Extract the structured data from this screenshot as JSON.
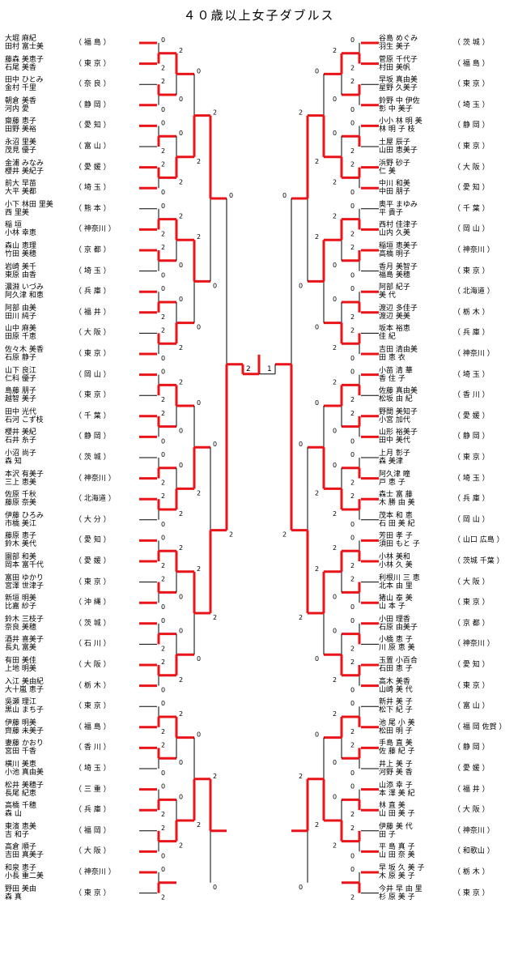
{
  "title": "４０歳以上女子ダブルス",
  "left": [
    {
      "names": [
        "大堀 麻紀",
        "田村 富士美"
      ],
      "pref": "（ 福 島 ）"
    },
    {
      "names": [
        "藤森 美恵子",
        "石尾 美香"
      ],
      "pref": "（ 東 京 ）"
    },
    {
      "names": [
        "田中 ひとみ",
        "金村 千里"
      ],
      "pref": "（ 奈 良 ）"
    },
    {
      "names": [
        "朝倉 美香",
        "河内 愛"
      ],
      "pref": "（ 静 岡 ）"
    },
    {
      "names": [
        "齋藤 恵子",
        "田野 美裕"
      ],
      "pref": "（ 愛 知 ）"
    },
    {
      "names": [
        "永沼 里美",
        "茂見 優子"
      ],
      "pref": "（ 富 山 ）"
    },
    {
      "names": [
        "金浦 みなみ",
        "櫻井 美紀子"
      ],
      "pref": "（ 愛 媛 ）"
    },
    {
      "names": [
        "前大 早苗",
        "大平 美都"
      ],
      "pref": "（ 埼 玉 ）"
    },
    {
      "names": [
        "小下 林田 里美",
        "西 里美"
      ],
      "pref": "（ 熊 本 ）"
    },
    {
      "names": [
        "稲 垣",
        "小林 幸恵"
      ],
      "pref": "（ 神奈川 ）"
    },
    {
      "names": [
        "森山 恵理",
        "竹田 美穂"
      ],
      "pref": "（ 京 都 ）"
    },
    {
      "names": [
        "岩崎 美千",
        "東原 由香"
      ],
      "pref": "（ 埼 玉 ）"
    },
    {
      "names": [
        "濃淵 いづみ",
        "阿久津 和恵"
      ],
      "pref": "（ 兵 庫 ）"
    },
    {
      "names": [
        "阿部 由美",
        "田川 純子"
      ],
      "pref": "（ 福 井 ）"
    },
    {
      "names": [
        "山中 麻美",
        "田原 千恵"
      ],
      "pref": "（ 大 阪 ）"
    },
    {
      "names": [
        "佐々木 美香",
        "石原 静子"
      ],
      "pref": "（ 東 京 ）"
    },
    {
      "names": [
        "山下 良江",
        "仁科 優子"
      ],
      "pref": "（ 岡 山 ）"
    },
    {
      "names": [
        "島藤 朋子",
        "越智 美子"
      ],
      "pref": "（ 東 京 ）"
    },
    {
      "names": [
        "田中 光代",
        "石河 こず枝"
      ],
      "pref": "（ 千 葉 ）"
    },
    {
      "names": [
        "櫻井 美紀",
        "石井 糸子"
      ],
      "pref": "（ 静 岡 ）"
    },
    {
      "names": [
        "小沼 尚子",
        "森 知"
      ],
      "pref": "（ 茨 城 ）"
    },
    {
      "names": [
        "本沢 有美子",
        "三上 恵美"
      ],
      "pref": "（ 神奈川 ）"
    },
    {
      "names": [
        "佐原 千秋",
        "藤原 奈美"
      ],
      "pref": "（ 北海道 ）"
    },
    {
      "names": [
        "伊藤 ひろみ",
        "市橋 美江"
      ],
      "pref": "（ 大 分 ）"
    },
    {
      "names": [
        "藤原 恵子",
        "鈴木 美代"
      ],
      "pref": "（ 愛 知 ）"
    },
    {
      "names": [
        "園部 和美",
        "岡本 富千代"
      ],
      "pref": "（ 愛 媛 ）"
    },
    {
      "names": [
        "富田 ゆかり",
        "宮澤 世津子"
      ],
      "pref": "（ 東 京 ）"
    },
    {
      "names": [
        "新垣 明美",
        "比嘉 紗子"
      ],
      "pref": "（ 沖 縄 ）"
    },
    {
      "names": [
        "鈴木 三枝子",
        "奈良 美穂"
      ],
      "pref": "（ 茨 城 ）"
    },
    {
      "names": [
        "酒井 喜美子",
        "長丸 富美"
      ],
      "pref": "（ 石 川 ）"
    },
    {
      "names": [
        "有田 美佳",
        "上地 明美"
      ],
      "pref": "（ 大 阪 ）"
    },
    {
      "names": [
        "入江 美由紀",
        "大十嵐 恵子"
      ],
      "pref": "（ 栃 木 ）"
    },
    {
      "names": [
        "吳瀬 理江",
        "黒山 まち子"
      ],
      "pref": "（ 東 京 ）"
    },
    {
      "names": [
        "伊藤 明美",
        "齊藤 未美子"
      ],
      "pref": "（ 福 島 ）"
    },
    {
      "names": [
        "妻藤 かおり",
        "宮田 千香"
      ],
      "pref": "（ 香 川 ）"
    },
    {
      "names": [
        "横川 美恵",
        "小池 真由美"
      ],
      "pref": "（ 埼 玉 ）"
    },
    {
      "names": [
        "松井 美穂子",
        "長尾 紀恵"
      ],
      "pref": "（ 三 重 ）"
    },
    {
      "names": [
        "高橋 千穂",
        "森 山"
      ],
      "pref": "（ 兵 庫 ）"
    },
    {
      "names": [
        "東濱 恵美",
        "吉 和子"
      ],
      "pref": "（ 福 岡 ）"
    },
    {
      "names": [
        "高倉 順子",
        "吉田 真美子"
      ],
      "pref": "（ 大 阪 ）"
    },
    {
      "names": [
        "和泉 恵子",
        "小長 重二美"
      ],
      "pref": "（ 神奈川 ）"
    },
    {
      "names": [
        "野田 美由",
        "森 真"
      ],
      "pref": "（ 東 京 ）"
    }
  ],
  "right": [
    {
      "names": [
        "谷島 めぐみ",
        "羽生 美子"
      ],
      "pref": "（ 茨 城 ）"
    },
    {
      "names": [
        "菅原 千代子",
        "村田 美帆"
      ],
      "pref": "（ 福 島 ）"
    },
    {
      "names": [
        "早坂 真由美",
        "星野 久美子"
      ],
      "pref": "（ 東 京 ）"
    },
    {
      "names": [
        "鈴野 中 伊佐",
        "彰 中 美子"
      ],
      "pref": "（ 埼 玉 ）"
    },
    {
      "names": [
        "小小 林 明 美",
        "林 明 子 枝"
      ],
      "pref": "（ 静 岡 ）"
    },
    {
      "names": [
        "土屋 辰子",
        "山田 恵美子"
      ],
      "pref": "（ 東 京 ）"
    },
    {
      "names": [
        "浜野 砂子",
        "仁 美"
      ],
      "pref": "（ 大 阪 ）"
    },
    {
      "names": [
        "中川 和美",
        "中田 朋子"
      ],
      "pref": "（ 愛 知 ）"
    },
    {
      "names": [
        "奥平 まゆみ",
        "平 貴子"
      ],
      "pref": "（ 千 葉 ）"
    },
    {
      "names": [
        "西村 佳津子",
        "山内 久美"
      ],
      "pref": "（ 岡 山 ）"
    },
    {
      "names": [
        "稲垣 恵美子",
        "高橋 明子"
      ],
      "pref": "（ 神奈川 ）"
    },
    {
      "names": [
        "香月 美智子",
        "福島 美穂"
      ],
      "pref": "（ 東 京 ）"
    },
    {
      "names": [
        "阿部 紀子",
        "美 代"
      ],
      "pref": "（ 北海道 ）"
    },
    {
      "names": [
        "渡辺 多佳子",
        "渡辺 美美"
      ],
      "pref": "（ 栃 木 ）"
    },
    {
      "names": [
        "坂本 裕恵",
        "佳 紀"
      ],
      "pref": "（ 兵 庫 ）"
    },
    {
      "names": [
        "吉田 清由美",
        "田 恵 衣"
      ],
      "pref": "（ 神奈川 ）"
    },
    {
      "names": [
        "小苗 清 華",
        "香 住 子"
      ],
      "pref": "（ 埼 玉 ）"
    },
    {
      "names": [
        "佐藤 真由美",
        "松坂 由 紀"
      ],
      "pref": "（ 香 川 ）"
    },
    {
      "names": [
        "野間 美知子",
        "小宮 加代"
      ],
      "pref": "（ 愛 媛 ）"
    },
    {
      "names": [
        "山形 裕美子",
        "田中 美代"
      ],
      "pref": "（ 静 岡 ）"
    },
    {
      "names": [
        "上月 彰子",
        "森 美津"
      ],
      "pref": "（ 東 京 ）"
    },
    {
      "names": [
        "阿久津 瞳",
        "戸 恵 子"
      ],
      "pref": "（ 埼 玉 ）"
    },
    {
      "names": [
        "森士 富 藤",
        "木 勝 由 美"
      ],
      "pref": "（ 兵 庫 ）"
    },
    {
      "names": [
        "茂本 和 恵",
        "石 田 美 紀"
      ],
      "pref": "（ 岡 山 ）"
    },
    {
      "names": [
        "芳田 孝 子",
        "須田 もと 子"
      ],
      "pref": "（ 山口 広島 ）"
    },
    {
      "names": [
        "小林 美和",
        "小林 久 美"
      ],
      "pref": "（ 茨城 千葉 ）"
    },
    {
      "names": [
        "利根川 三 恵",
        "北本 由 里"
      ],
      "pref": "（ 大 阪 ）"
    },
    {
      "names": [
        "猪山 泰 美",
        "山 本 子"
      ],
      "pref": "（ 東 京 ）"
    },
    {
      "names": [
        "小田 理香",
        "石原 由美子"
      ],
      "pref": "（ 京 都 ）"
    },
    {
      "names": [
        "小橋 恵 子",
        "川 原 恵 美"
      ],
      "pref": "（ 神奈川 ）"
    },
    {
      "names": [
        "玉置 小百合",
        "石田 恵 子"
      ],
      "pref": "（ 愛 知 ）"
    },
    {
      "names": [
        "高木 美香",
        "山崎 美 代"
      ],
      "pref": "（ 東 京 ）"
    },
    {
      "names": [
        "新井 美 子",
        "松下 紀 子"
      ],
      "pref": "（ 富 山 ）"
    },
    {
      "names": [
        "池 尾 小 美",
        "松田 明 子"
      ],
      "pref": "（ 福 岡 佐賀 ）"
    },
    {
      "names": [
        "手島 直 美",
        "佐 藤 紀 子"
      ],
      "pref": "（ 静 岡 ）"
    },
    {
      "names": [
        "井上 美 子",
        "河野 美 香"
      ],
      "pref": "（ 愛 媛 ）"
    },
    {
      "names": [
        "山添 幸 子",
        "本 澤 美 紀"
      ],
      "pref": "（ 福 井 ）"
    },
    {
      "names": [
        "林 直 美",
        "山 田 美 子"
      ],
      "pref": "（ 大 阪 ）"
    },
    {
      "names": [
        "伊藤 美 代",
        "田 子"
      ],
      "pref": "（ 神奈川 ）"
    },
    {
      "names": [
        "平 島 真 子",
        "山 田 奈 美"
      ],
      "pref": "（ 和歌山 ）"
    },
    {
      "names": [
        "早 坂 久 美 子",
        "木 原 美 子"
      ],
      "pref": "（ 栃 木 ）"
    },
    {
      "names": [
        "今井 早 由 里",
        "杉 原 美 子"
      ],
      "pref": "（ 東 京 ）"
    }
  ],
  "scores": {
    "final_left": "2",
    "final_right": "1"
  }
}
